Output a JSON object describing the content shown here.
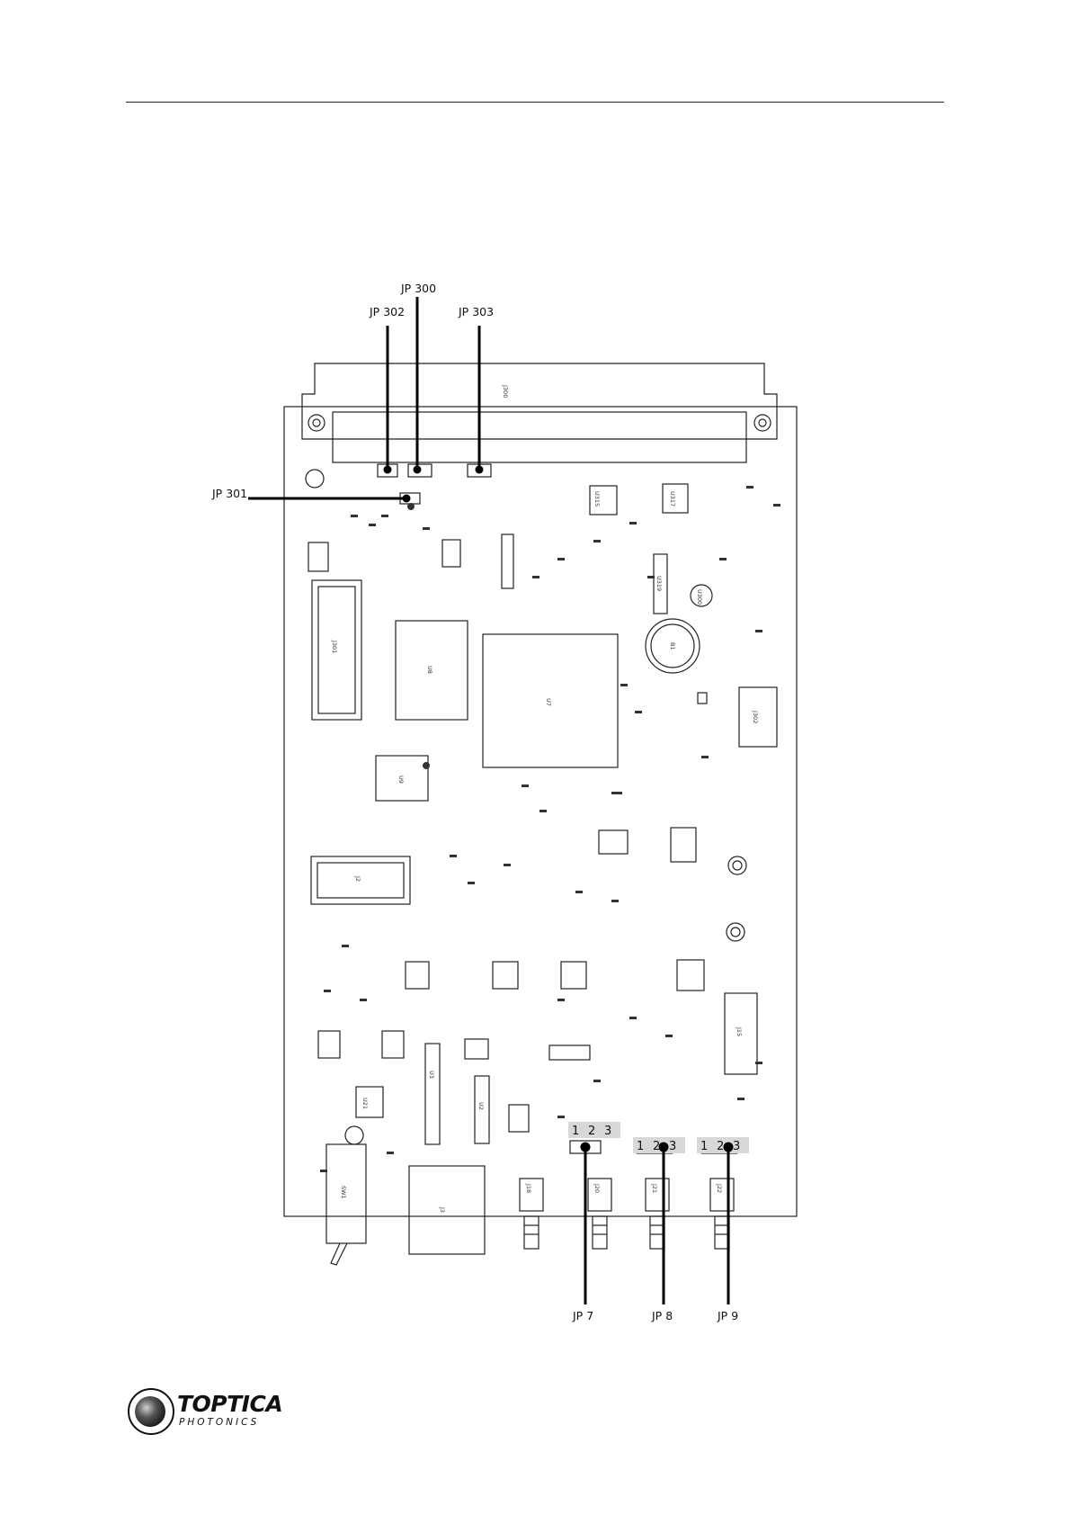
{
  "jumpers": {
    "jp300": "JP 300",
    "jp302": "JP 302",
    "jp303": "JP 303",
    "jp301": "JP 301",
    "jp7": "JP 7",
    "jp8": "JP 8",
    "jp9": "JP 9"
  },
  "pin_numbers": [
    "1",
    "2",
    "3"
  ],
  "board_labels": {
    "j300": "J300",
    "j301": "J301",
    "j302": "J302",
    "j2": "J2",
    "j3": "J3",
    "j15": "J15",
    "u7": "U7",
    "u8": "U8",
    "u9": "U9",
    "u2": "U2",
    "u3": "U3",
    "u21": "U21",
    "sw1": "SW1",
    "j18": "J18",
    "j20": "J20",
    "j21": "J21",
    "j22": "J22",
    "b1": "B1",
    "u300": "U300",
    "u317": "U317",
    "u319": "U319",
    "u315": "U315"
  },
  "logo": {
    "word": "TOPTICA",
    "sub": "PHOTONICS"
  }
}
